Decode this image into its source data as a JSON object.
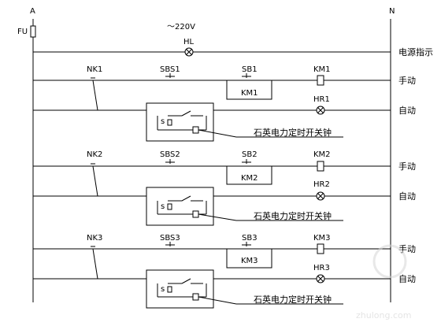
{
  "supply": {
    "phase": "A",
    "neutral": "N",
    "fuse": "FU",
    "voltage": "～220V"
  },
  "indicator": {
    "lamp": "HL",
    "label": "电源指示"
  },
  "circuits": [
    {
      "selector": "NK1",
      "start": "SBS1",
      "stop": "SB1",
      "contactor": "KM1",
      "hold": "KM1",
      "lamp": "HR1",
      "timer": "石英电力定时开关钟",
      "timer_s": "s",
      "manual": "手动",
      "auto": "自动"
    },
    {
      "selector": "NK2",
      "start": "SBS2",
      "stop": "SB2",
      "contactor": "KM2",
      "hold": "KM2",
      "lamp": "HR2",
      "timer": "石英电力定时开关钟",
      "timer_s": "s",
      "manual": "手动",
      "auto": "自动"
    },
    {
      "selector": "NK3",
      "start": "SBS3",
      "stop": "SB3",
      "contactor": "KM3",
      "hold": "KM3",
      "lamp": "HR3",
      "timer": "石英电力定时开关钟",
      "timer_s": "s",
      "manual": "手动",
      "auto": "自动"
    }
  ],
  "watermark": "zhulong.com"
}
